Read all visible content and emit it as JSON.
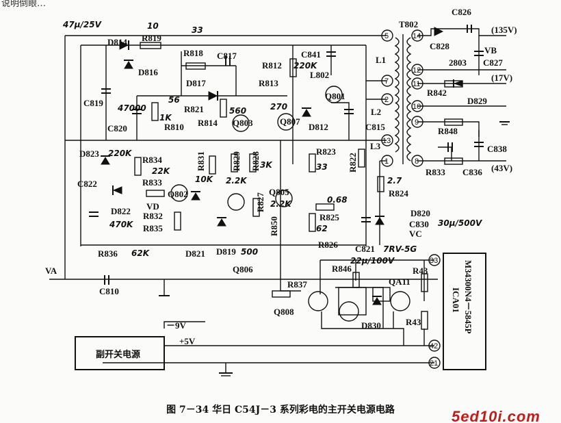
{
  "top_text": "说明倒眼…",
  "caption": "图 7－34 华日 C54J－3 系列彩电的主开关电源电路",
  "watermark": "5ed10i.com",
  "labels": {
    "D814": "D814",
    "R819": "R819",
    "D816": "D816",
    "R818": "R818",
    "C817": "C817",
    "C841": "C841",
    "R812": "R812",
    "L802": "L802",
    "R813": "R813",
    "D817": "D817",
    "C819": "C819",
    "R821": "R821",
    "R814": "R814",
    "Q803": "Q803",
    "Q807": "Q807",
    "D812": "D812",
    "Q801": "Q801",
    "C815": "C815",
    "L2": "L2",
    "L1": "L1",
    "L3": "L3",
    "R810": "R810",
    "C820": "C820",
    "D823": "D823",
    "R834": "R834",
    "R833": "R833",
    "C822": "C822",
    "Q802": "Q802",
    "R831": "R831",
    "R829": "R829",
    "R828": "R828",
    "R823": "R823",
    "R822": "R822",
    "R824": "R824",
    "D822": "D822",
    "VD": "VD",
    "R832": "R832",
    "R835": "R835",
    "R827": "R827",
    "Q805": "Q805",
    "R850": "R850",
    "R825": "R825",
    "D820": "D820",
    "C830": "C830",
    "VC": "VC",
    "R836": "R836",
    "D821": "D821",
    "D819": "D819",
    "R826": "R826",
    "C821": "C821",
    "Q806": "Q806",
    "VA": "VA",
    "C810": "C810",
    "R837": "R837",
    "R846": "R846",
    "QA11": "QA11",
    "R43a": "R43",
    "R43b": "R43",
    "Q808": "Q808",
    "D830": "D830",
    "T802": "T802",
    "C826": "C826",
    "C828": "C828",
    "VB": "VB",
    "C827": "C827",
    "n2803": "2803",
    "R842": "R842",
    "D829": "D829",
    "R848": "R848",
    "C838": "C838",
    "R833b": "R833",
    "C836": "C836",
    "v135": "(135V)",
    "v17": "(17V)",
    "v43": "(43V)",
    "neg9": "－9V",
    "pos5": "+5V",
    "ic_name": "M34300N4－5845P",
    "ic_ref": "ICA01",
    "sub_psu": "副开关电源"
  },
  "hand_notes": {
    "cap_top": "47μ/25V",
    "n10": "10",
    "n33a": "33",
    "n56": "56",
    "n560": "560",
    "n270": "270",
    "n220k": "220K",
    "n47000": "47000",
    "n1k": "1K",
    "n220k2": "220K",
    "n22k": "22K",
    "n10k": "10K",
    "n2_2k": "2.2K",
    "n3k": "3K",
    "n33b": "33",
    "n2_7": "2.7",
    "n0_68": "0.68",
    "n470k": "470K",
    "n2_2k2": "2.2K",
    "n62": "62",
    "n62k": "62K",
    "n500": "500",
    "n2_7_5g": "7RV-5G",
    "n22u": "22μ/100V",
    "n30u": "30μ/500V"
  },
  "pins": [
    "5",
    "7",
    "2",
    "13",
    "1",
    "14",
    "12",
    "11",
    "10",
    "9",
    "8",
    "33",
    "42",
    "21"
  ]
}
